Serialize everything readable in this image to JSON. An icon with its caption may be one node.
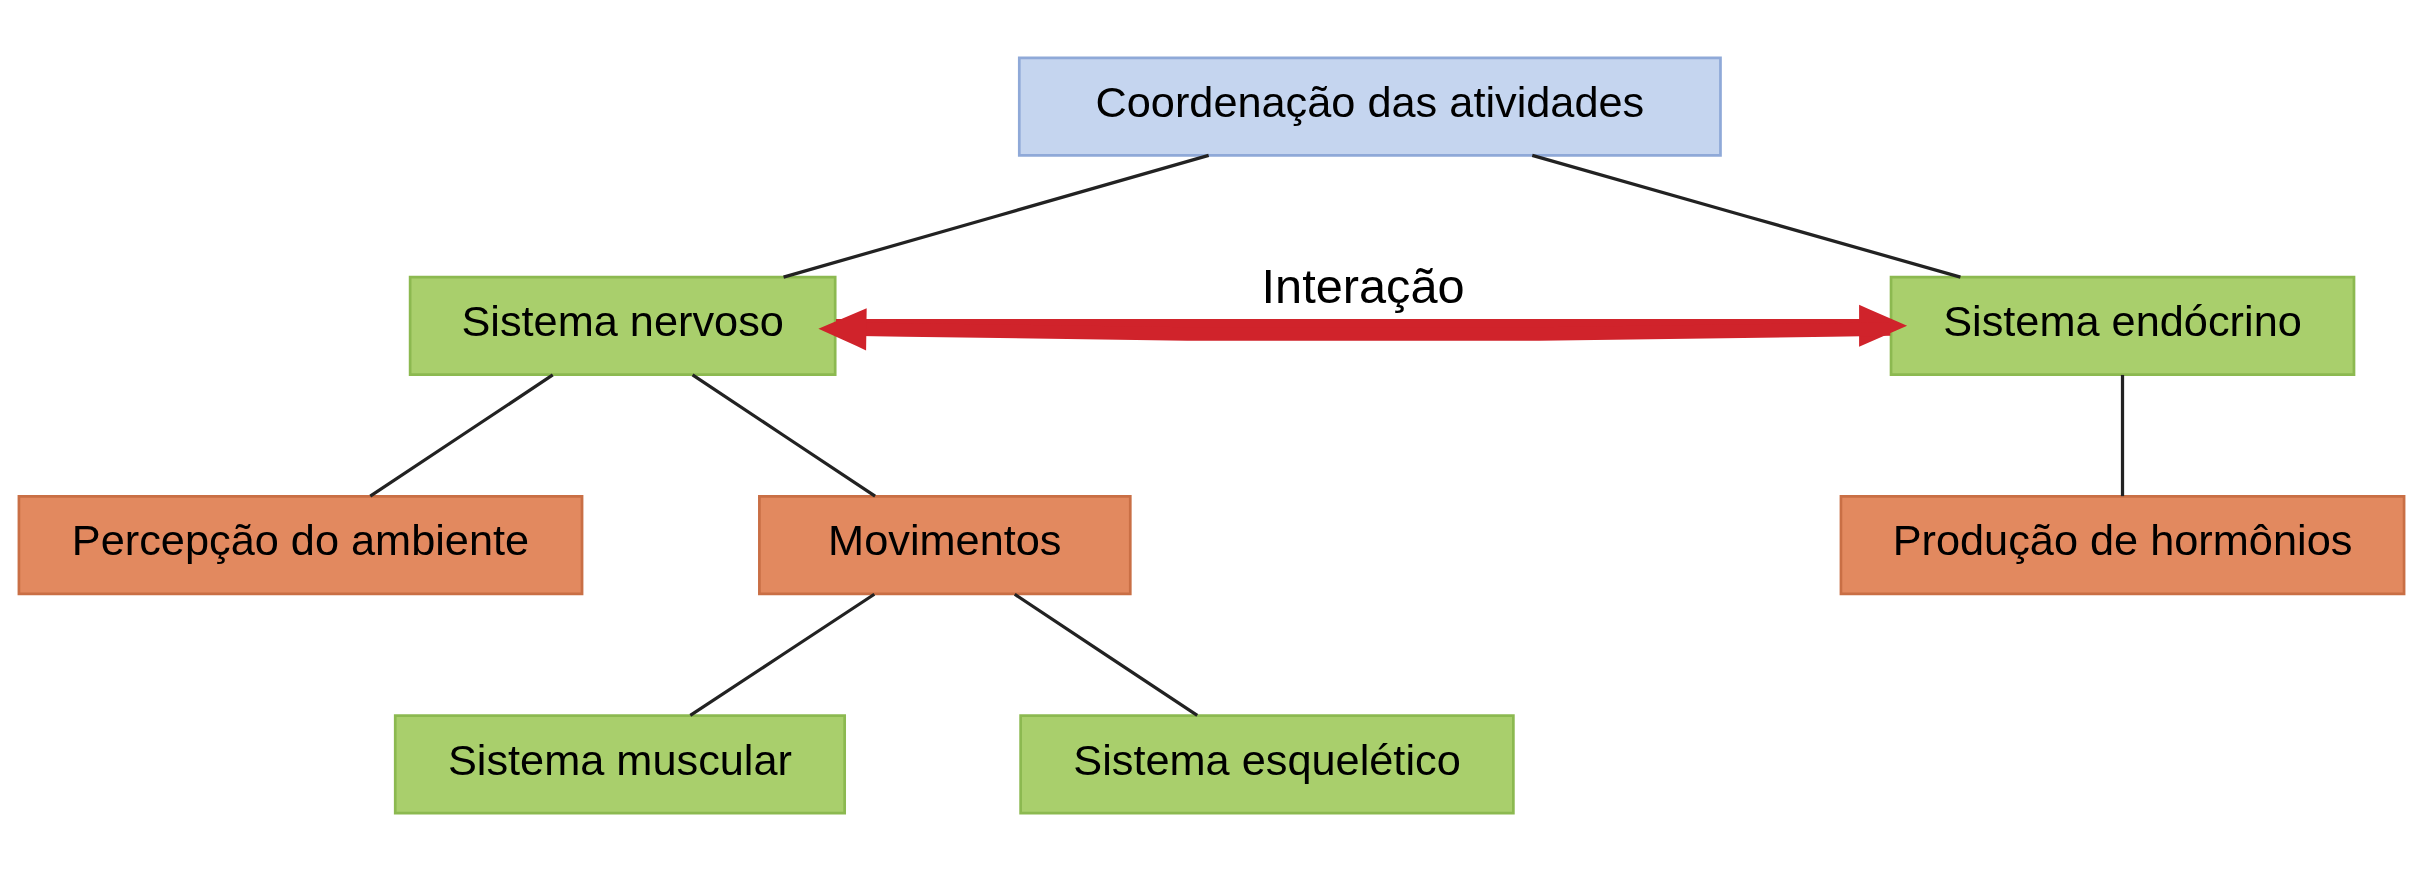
{
  "diagram": {
    "nodes": [
      {
        "text": [
          "Coordenação das atividades"
        ]
      },
      {
        "text": [
          "Sistema nervoso"
        ]
      },
      {
        "text": [
          "Sistema endócrino"
        ]
      },
      {
        "text": [
          "Percepção do ambiente"
        ]
      },
      {
        "text": [
          "Movimentos"
        ]
      },
      {
        "text": [
          "Produção de hormônios"
        ]
      },
      {
        "text": [
          "Sistema muscular"
        ]
      },
      {
        "text": [
          "Sistema esquelético"
        ]
      }
    ],
    "edges": [
      {
        "from": 0,
        "to": 1,
        "arrow": "none"
      },
      {
        "from": 0,
        "to": 2,
        "arrow": "none"
      },
      {
        "from": 1,
        "to": 2,
        "arrow": "to",
        "label": "Interação",
        "style": "thick",
        "color": "#d0232b"
      },
      {
        "from": 2,
        "to": 1,
        "arrow": "to",
        "style": "thick",
        "color": "#d0232b"
      },
      {
        "from": 1,
        "to": 3,
        "arrow": "none"
      },
      {
        "from": 1,
        "to": 4,
        "arrow": "none"
      },
      {
        "from": 2,
        "to": 5,
        "arrow": "none"
      },
      {
        "from": 4,
        "to": 6,
        "arrow": "none"
      },
      {
        "from": 4,
        "to": 7,
        "arrow": "none"
      }
    ]
  }
}
